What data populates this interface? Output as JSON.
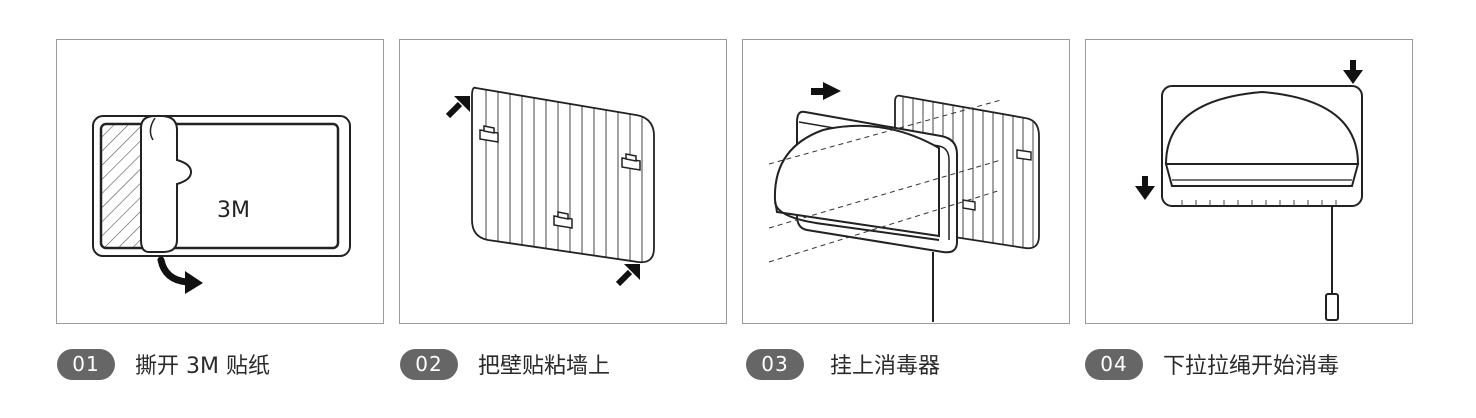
{
  "steps": [
    {
      "number": "01",
      "caption": "撕开 3M 贴纸",
      "sticker_text": "3M"
    },
    {
      "number": "02",
      "caption": "把壁贴粘墙上"
    },
    {
      "number": "03",
      "caption": "挂上消毒器"
    },
    {
      "number": "04",
      "caption": "下拉拉绳开始消毒"
    }
  ],
  "colors": {
    "frame": "#9a9a9a",
    "badge": "#666666",
    "line": "#222222"
  }
}
